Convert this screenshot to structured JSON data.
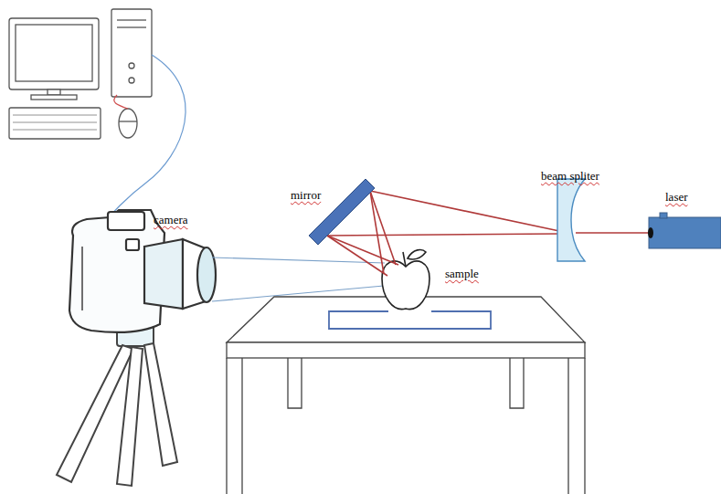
{
  "diagram": {
    "labels": [
      "beam spliter",
      "laser",
      "mirror",
      "camera",
      "sample"
    ]
  }
}
